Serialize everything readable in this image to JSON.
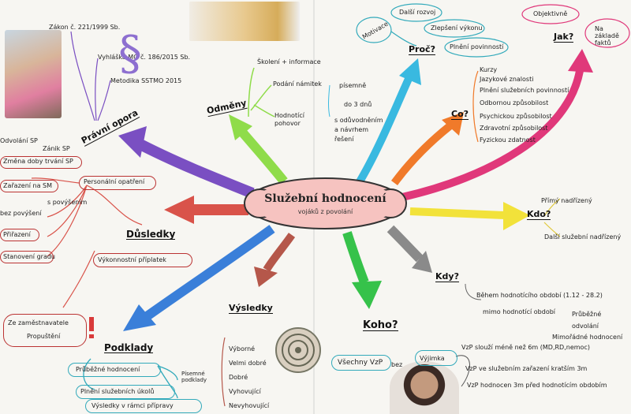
{
  "center": {
    "title": "Služební hodnocení",
    "subtitle": "vojáků z povolání"
  },
  "pravni": {
    "header": "Právní opora",
    "items": [
      "Zákon č. 221/1999 Sb.",
      "Vyhláška MO č. 186/2015 Sb.",
      "Metodika SSTMO 2015"
    ]
  },
  "odmeny": {
    "header": "Odměny"
  },
  "skoleni": {
    "items": [
      "Školení + informace",
      "Podání námitek",
      "Hodnotící pohovor"
    ],
    "pisemne": [
      "písemně",
      "do 3 dnů"
    ],
    "note": [
      "s odůvodněním",
      "a návrhem",
      "řešení"
    ]
  },
  "proc": {
    "header": "Proč?",
    "items": [
      "Motivace",
      "Další rozvoj",
      "Zlepšení výkonu",
      "Plnění povinností"
    ]
  },
  "jak": {
    "header": "Jak?",
    "items": [
      "Objektivně",
      "Na základě faktů"
    ]
  },
  "co": {
    "header": "Co?",
    "items": [
      "Kurzy",
      "Jazykové znalosti",
      "Plnění služebních povinností",
      "Odbornou způsobilost",
      "Psychickou způsobilost",
      "Zdravotní způsobilost",
      "Fyzickou zdatnost"
    ]
  },
  "kdo": {
    "header": "Kdo?",
    "items": [
      "Přímý nadřízený",
      "Další služební nadřízený"
    ]
  },
  "kdy": {
    "header": "Kdy?",
    "items": [
      "Během hodnotícího období (1.12 - 28.2)",
      "mimo hodnotící období"
    ],
    "sub": [
      "Průběžné",
      "odvolání",
      "Mimořádné hodnocení"
    ]
  },
  "koho": {
    "header": "Koho?",
    "items": [
      "Všechny VzP",
      "bez",
      "Výjimka"
    ],
    "vyjimky": [
      "VzP slouží méně než 6m (MD,RD,nemoc)",
      "VzP ve služebním zařazení kratším 3m",
      "VzP hodnocen 3m před hodnotícím obdobím"
    ]
  },
  "vysledky": {
    "header": "Výsledky",
    "items": [
      "Výborné",
      "Velmi dobré",
      "Dobré",
      "Vyhovující",
      "Nevyhovující"
    ]
  },
  "podklady": {
    "header": "Podklady",
    "items": [
      "Průběžné hodnocení",
      "Písemné podklady",
      "Plnění služebních úkolů",
      "Výsledky v rámci přípravy"
    ]
  },
  "dusledky": {
    "header": "Důsledky",
    "items": [
      "Personální opatření",
      "Výkonnostní příplatek"
    ],
    "left": [
      "Odvolání SP",
      "Zánik SP",
      "Změna doby trvání SP",
      "Zařazení na SM",
      "s povýšením",
      "bez povýšení",
      "Přiřazení",
      "Stanovení gradu"
    ],
    "extra": [
      "Ze zaměstnavatele",
      "Propuštění"
    ]
  },
  "colors": {
    "pravni": "#7a4fc2",
    "odmeny": "#8fdc4a",
    "proc": "#39b9e0",
    "co": "#f07a2a",
    "jak": "#e0387a",
    "kdo": "#f2e23a",
    "kdy": "#8a8a8a",
    "koho": "#36c24a",
    "vysledky": "#b5574a",
    "podklady": "#3a7fd9",
    "dusledky": "#d9534a",
    "center": "#f6c3c0"
  }
}
